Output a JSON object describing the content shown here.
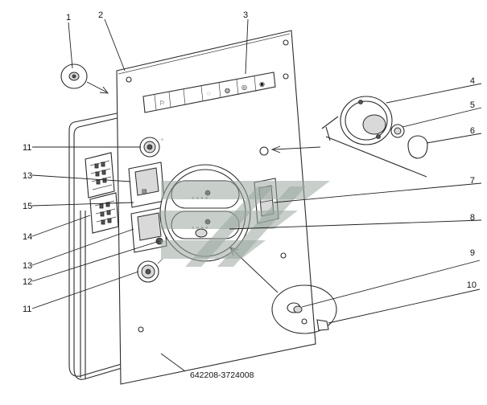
{
  "callouts": [
    {
      "id": "c1",
      "text": "1"
    },
    {
      "id": "c2",
      "text": "2"
    },
    {
      "id": "c3",
      "text": "3"
    },
    {
      "id": "c4",
      "text": "4"
    },
    {
      "id": "c5",
      "text": "5"
    },
    {
      "id": "c6",
      "text": "6"
    },
    {
      "id": "c7",
      "text": "7"
    },
    {
      "id": "c8",
      "text": "8"
    },
    {
      "id": "c9",
      "text": "9"
    },
    {
      "id": "c10",
      "text": "10"
    },
    {
      "id": "c11a",
      "text": "11"
    },
    {
      "id": "c13a",
      "text": "13"
    },
    {
      "id": "c15",
      "text": "15"
    },
    {
      "id": "c14",
      "text": "14"
    },
    {
      "id": "c13b",
      "text": "13"
    },
    {
      "id": "c12",
      "text": "12"
    },
    {
      "id": "c11b",
      "text": "11"
    }
  ],
  "part_code": "642208-3724008",
  "colors": {
    "line": "#2b2b2b",
    "watermark": "#9aa8a0",
    "background": "#ffffff"
  }
}
